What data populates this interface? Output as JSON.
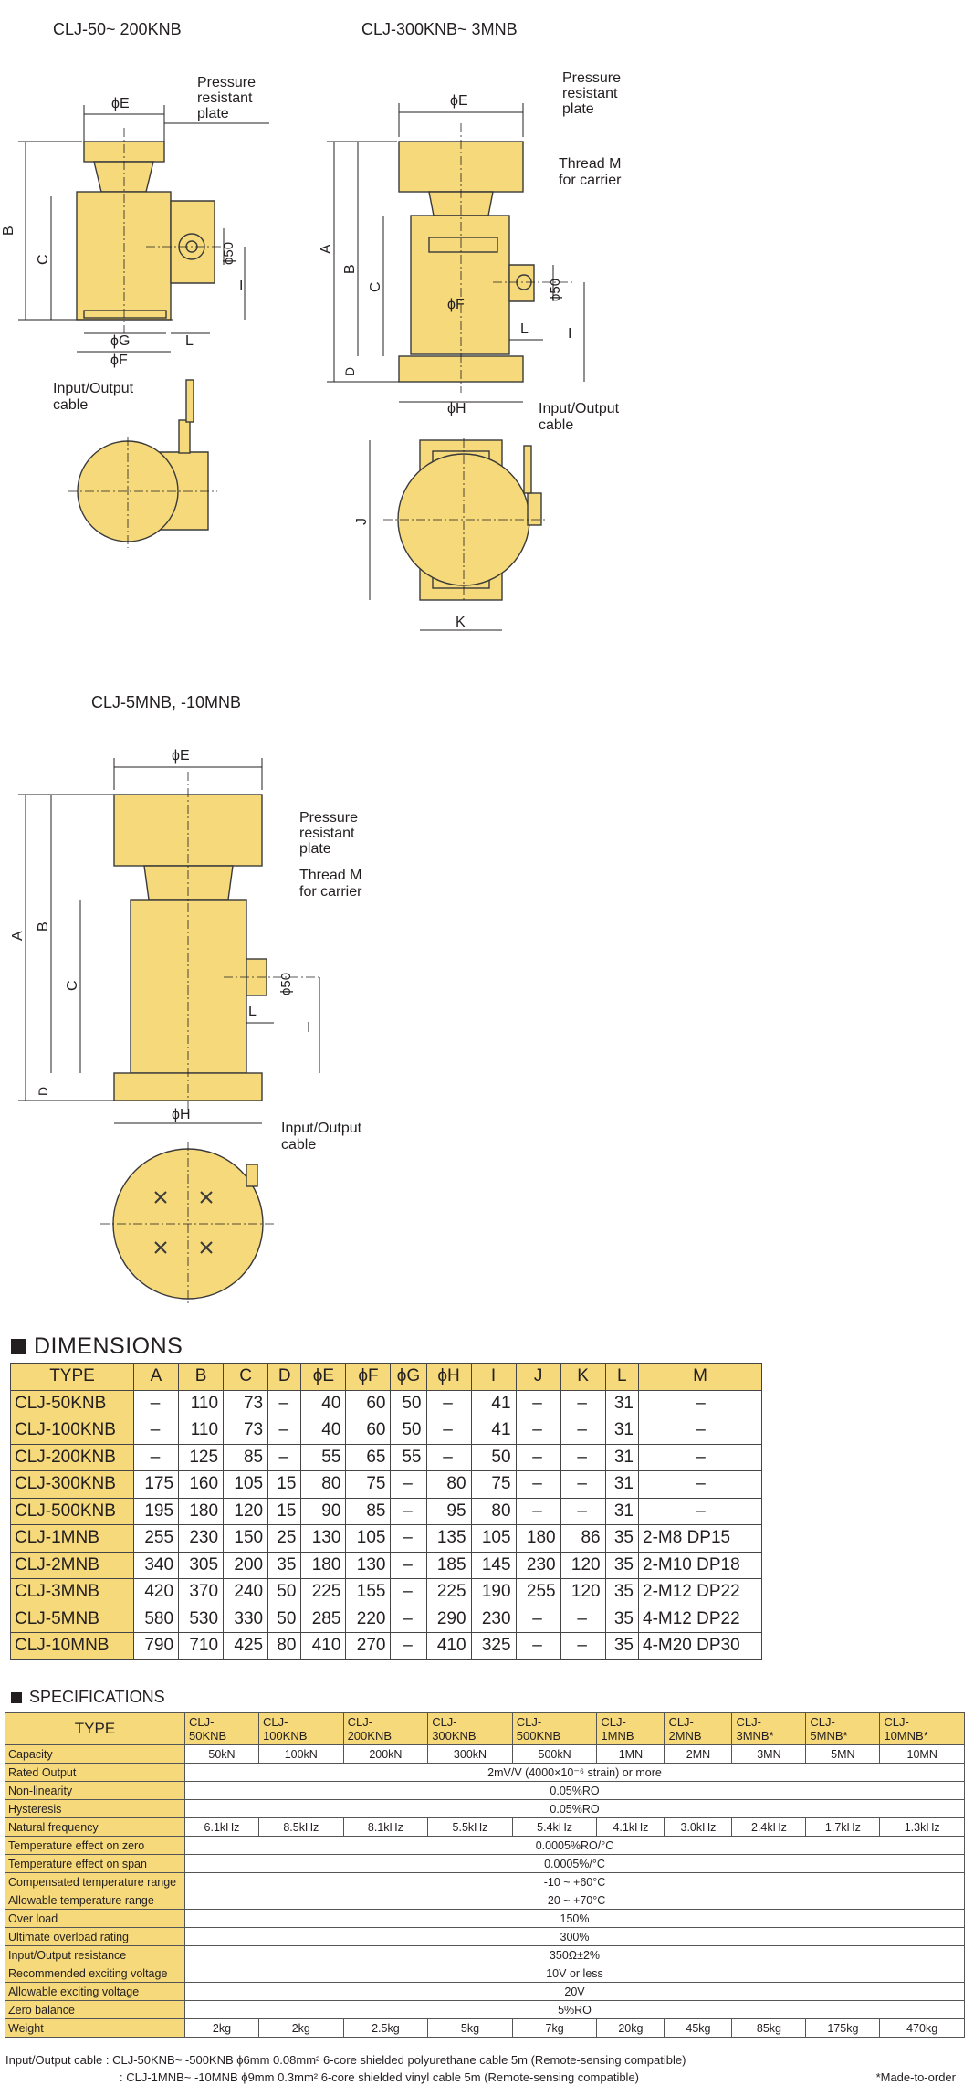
{
  "drawings": {
    "model_a_title": "CLJ-50~ 200KNB",
    "model_b_title": "CLJ-300KNB~ 3MNB",
    "model_c_title": "CLJ-5MNB, -10MNB",
    "pressure_plate": [
      "Pressure",
      "resistant",
      "plate"
    ],
    "thread_m": [
      "Thread M",
      "for carrier"
    ],
    "io_cable": [
      "Input/Output",
      "cable"
    ],
    "dim_e": "ϕE",
    "dim_f": "ϕF",
    "dim_g": "ϕG",
    "dim_h": "ϕH",
    "dim_50": "ϕ50",
    "dim_a": "A",
    "dim_b": "B",
    "dim_c": "C",
    "dim_d": "D",
    "dim_i": "I",
    "dim_l": "L",
    "dim_j": "J",
    "dim_k": "K"
  },
  "dimensions": {
    "heading": "DIMENSIONS",
    "columns": [
      "TYPE",
      "A",
      "B",
      "C",
      "D",
      "ϕE",
      "ϕF",
      "ϕG",
      "ϕH",
      "I",
      "J",
      "K",
      "L",
      "M"
    ],
    "rows": [
      [
        "CLJ-50KNB",
        "–",
        "110",
        "73",
        "–",
        "40",
        "60",
        "50",
        "–",
        "41",
        "–",
        "–",
        "31",
        "–"
      ],
      [
        "CLJ-100KNB",
        "–",
        "110",
        "73",
        "–",
        "40",
        "60",
        "50",
        "–",
        "41",
        "–",
        "–",
        "31",
        "–"
      ],
      [
        "CLJ-200KNB",
        "–",
        "125",
        "85",
        "–",
        "55",
        "65",
        "55",
        "–",
        "50",
        "–",
        "–",
        "31",
        "–"
      ],
      [
        "CLJ-300KNB",
        "175",
        "160",
        "105",
        "15",
        "80",
        "75",
        "–",
        "80",
        "75",
        "–",
        "–",
        "31",
        "–"
      ],
      [
        "CLJ-500KNB",
        "195",
        "180",
        "120",
        "15",
        "90",
        "85",
        "–",
        "95",
        "80",
        "–",
        "–",
        "31",
        "–"
      ],
      [
        "CLJ-1MNB",
        "255",
        "230",
        "150",
        "25",
        "130",
        "105",
        "–",
        "135",
        "105",
        "180",
        "86",
        "35",
        "2-M8  DP15"
      ],
      [
        "CLJ-2MNB",
        "340",
        "305",
        "200",
        "35",
        "180",
        "130",
        "–",
        "185",
        "145",
        "230",
        "120",
        "35",
        "2-M10  DP18"
      ],
      [
        "CLJ-3MNB",
        "420",
        "370",
        "240",
        "50",
        "225",
        "155",
        "–",
        "225",
        "190",
        "255",
        "120",
        "35",
        "2-M12  DP22"
      ],
      [
        "CLJ-5MNB",
        "580",
        "530",
        "330",
        "50",
        "285",
        "220",
        "–",
        "290",
        "230",
        "–",
        "–",
        "35",
        "4-M12  DP22"
      ],
      [
        "CLJ-10MNB",
        "790",
        "710",
        "425",
        "80",
        "410",
        "270",
        "–",
        "410",
        "325",
        "–",
        "–",
        "35",
        "4-M20  DP30"
      ]
    ]
  },
  "specifications": {
    "heading": "SPECIFICATIONS",
    "type_label": "TYPE",
    "models": [
      [
        "CLJ-",
        "50KNB"
      ],
      [
        "CLJ-",
        "100KNB"
      ],
      [
        "CLJ-",
        "200KNB"
      ],
      [
        "CLJ-",
        "300KNB"
      ],
      [
        "CLJ-",
        "500KNB"
      ],
      [
        "CLJ-",
        "1MNB"
      ],
      [
        "CLJ-",
        "2MNB"
      ],
      [
        "CLJ-",
        "3MNB*"
      ],
      [
        "CLJ-",
        "5MNB*"
      ],
      [
        "CLJ-",
        "10MNB*"
      ]
    ],
    "rows": [
      {
        "item": "Capacity",
        "values": [
          "50kN",
          "100kN",
          "200kN",
          "300kN",
          "500kN",
          "1MN",
          "2MN",
          "3MN",
          "5MN",
          "10MN"
        ]
      },
      {
        "item": "Rated Output",
        "all": "2mV/V (4000×10⁻⁶ strain) or more"
      },
      {
        "item": "Non-linearity",
        "all": "0.05%RO"
      },
      {
        "item": "Hysteresis",
        "all": "0.05%RO"
      },
      {
        "item": "Natural frequency",
        "values": [
          "6.1kHz",
          "8.5kHz",
          "8.1kHz",
          "5.5kHz",
          "5.4kHz",
          "4.1kHz",
          "3.0kHz",
          "2.4kHz",
          "1.7kHz",
          "1.3kHz"
        ]
      },
      {
        "item": "Temperature effect on zero",
        "all": "0.0005%RO/°C"
      },
      {
        "item": "Temperature effect on span",
        "all": "0.0005%/°C"
      },
      {
        "item": "Compensated temperature range",
        "all": "-10 ~ +60°C"
      },
      {
        "item": "Allowable temperature range",
        "all": "-20 ~ +70°C"
      },
      {
        "item": "Over load",
        "all": "150%"
      },
      {
        "item": "Ultimate overload rating",
        "all": "300%"
      },
      {
        "item": "Input/Output resistance",
        "all": "350Ω±2%"
      },
      {
        "item": "Recommended exciting voltage",
        "all": "10V or less"
      },
      {
        "item": "Allowable exciting voltage",
        "all": "20V"
      },
      {
        "item": "Zero balance",
        "all": "5%RO"
      },
      {
        "item": "Weight",
        "values": [
          "2kg",
          "2kg",
          "2.5kg",
          "5kg",
          "7kg",
          "20kg",
          "45kg",
          "85kg",
          "175kg",
          "470kg"
        ]
      }
    ],
    "note_line1": "Input/Output cable : CLJ-50KNB~ -500KNB       ϕ6mm  0.08mm²  6-core shielded polyurethane cable 5m (Remote-sensing compatible)",
    "note_line2": ": CLJ-1MNB~ -10MNB       ϕ9mm  0.3mm²  6-core shielded vinyl cable 5m (Remote-sensing compatible)",
    "made_to_order": "*Made-to-order"
  }
}
